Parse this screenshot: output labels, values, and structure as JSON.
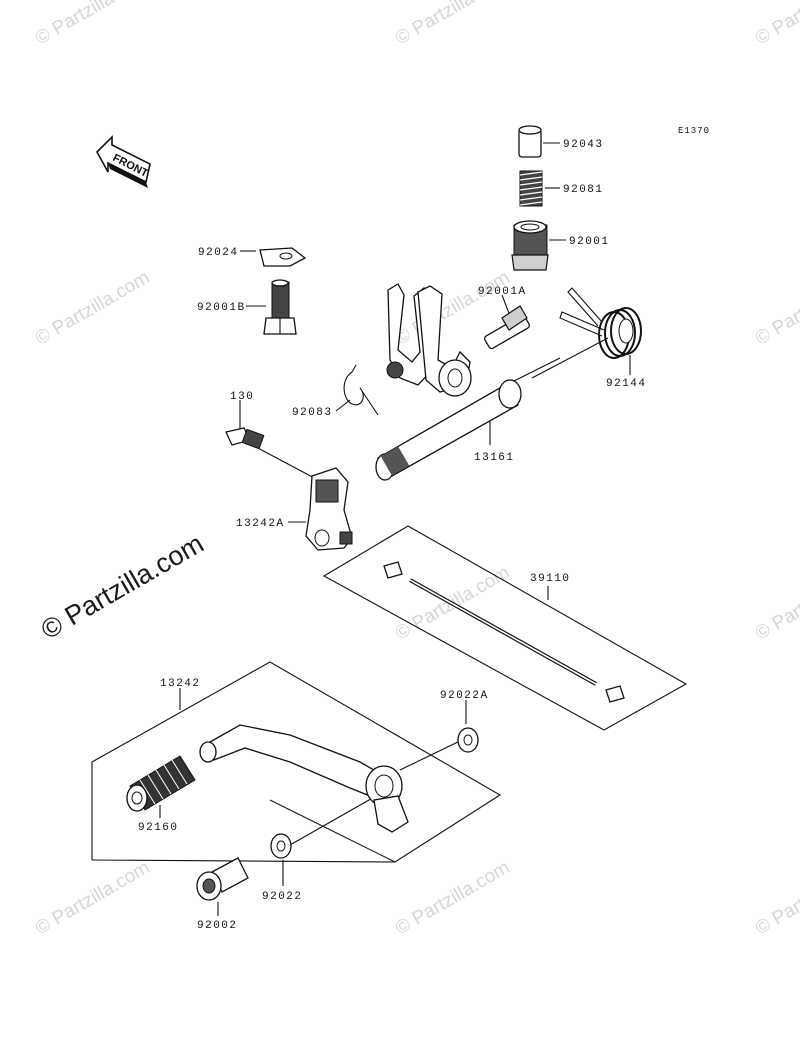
{
  "diagram_code": "E1370",
  "front_label": "FRONT",
  "watermark": {
    "text": "© Partzilla.com",
    "prominent_text": "© Partzilla.com",
    "color": "#d6d6d6"
  },
  "icons": {
    "front_arrow": "front-arrow-icon"
  },
  "part_labels": [
    {
      "id": "p92043",
      "text": "92043"
    },
    {
      "id": "p92081",
      "text": "92081"
    },
    {
      "id": "p92001",
      "text": "92001"
    },
    {
      "id": "p92024",
      "text": "92024"
    },
    {
      "id": "p92001B",
      "text": "92001B"
    },
    {
      "id": "p92001A",
      "text": "92001A"
    },
    {
      "id": "p92144",
      "text": "92144"
    },
    {
      "id": "p92083",
      "text": "92083"
    },
    {
      "id": "p130",
      "text": "130"
    },
    {
      "id": "p13161",
      "text": "13161"
    },
    {
      "id": "p13242A",
      "text": "13242A"
    },
    {
      "id": "p39110",
      "text": "39110"
    },
    {
      "id": "p13242",
      "text": "13242"
    },
    {
      "id": "p92022A",
      "text": "92022A"
    },
    {
      "id": "p92160",
      "text": "92160"
    },
    {
      "id": "p92022",
      "text": "92022"
    },
    {
      "id": "p92002",
      "text": "92002"
    }
  ]
}
